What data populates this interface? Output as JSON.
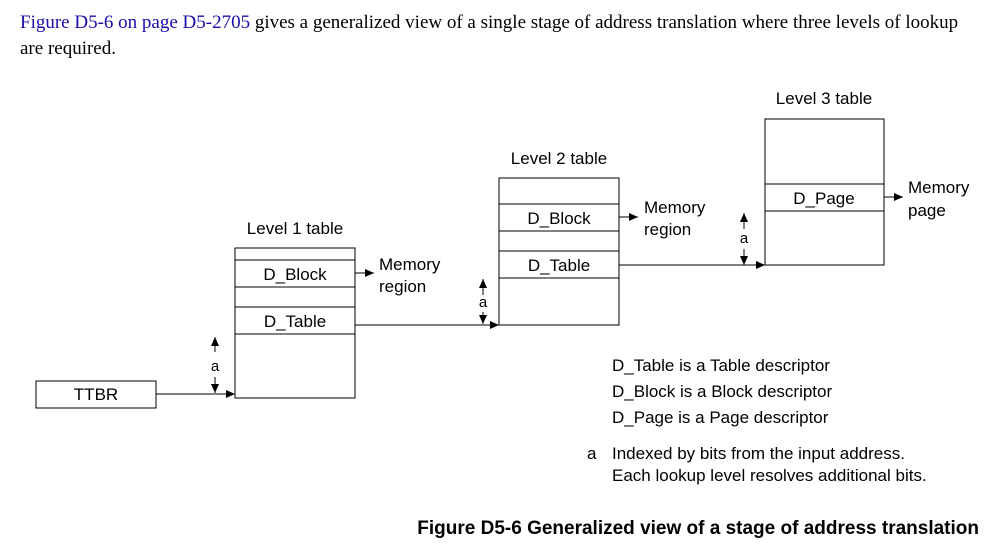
{
  "intro": {
    "link_text": "Figure D5-6 on page D5-2705",
    "rest_text": " gives a generalized view of a single stage of address translation where three levels of lookup are required."
  },
  "figure": {
    "ttbr_label": "TTBR",
    "index_marker": "a",
    "level1": {
      "title": "Level 1 table",
      "block": "D_Block",
      "table": "D_Table",
      "block_target": [
        "Memory",
        "region"
      ]
    },
    "level2": {
      "title": "Level 2 table",
      "block": "D_Block",
      "table": "D_Table",
      "block_target": [
        "Memory",
        "region"
      ]
    },
    "level3": {
      "title": "Level 3 table",
      "page": "D_Page",
      "page_target": [
        "Memory",
        "page"
      ]
    },
    "legend": [
      "D_Table is a Table descriptor",
      "D_Block is a Block descriptor",
      "D_Page is a Page descriptor"
    ],
    "footnote": {
      "marker": "a",
      "lines": [
        "Indexed by bits from the input address.",
        "Each lookup level resolves additional bits."
      ]
    }
  },
  "caption": "Figure D5-6 Generalized view of a stage of address translation"
}
